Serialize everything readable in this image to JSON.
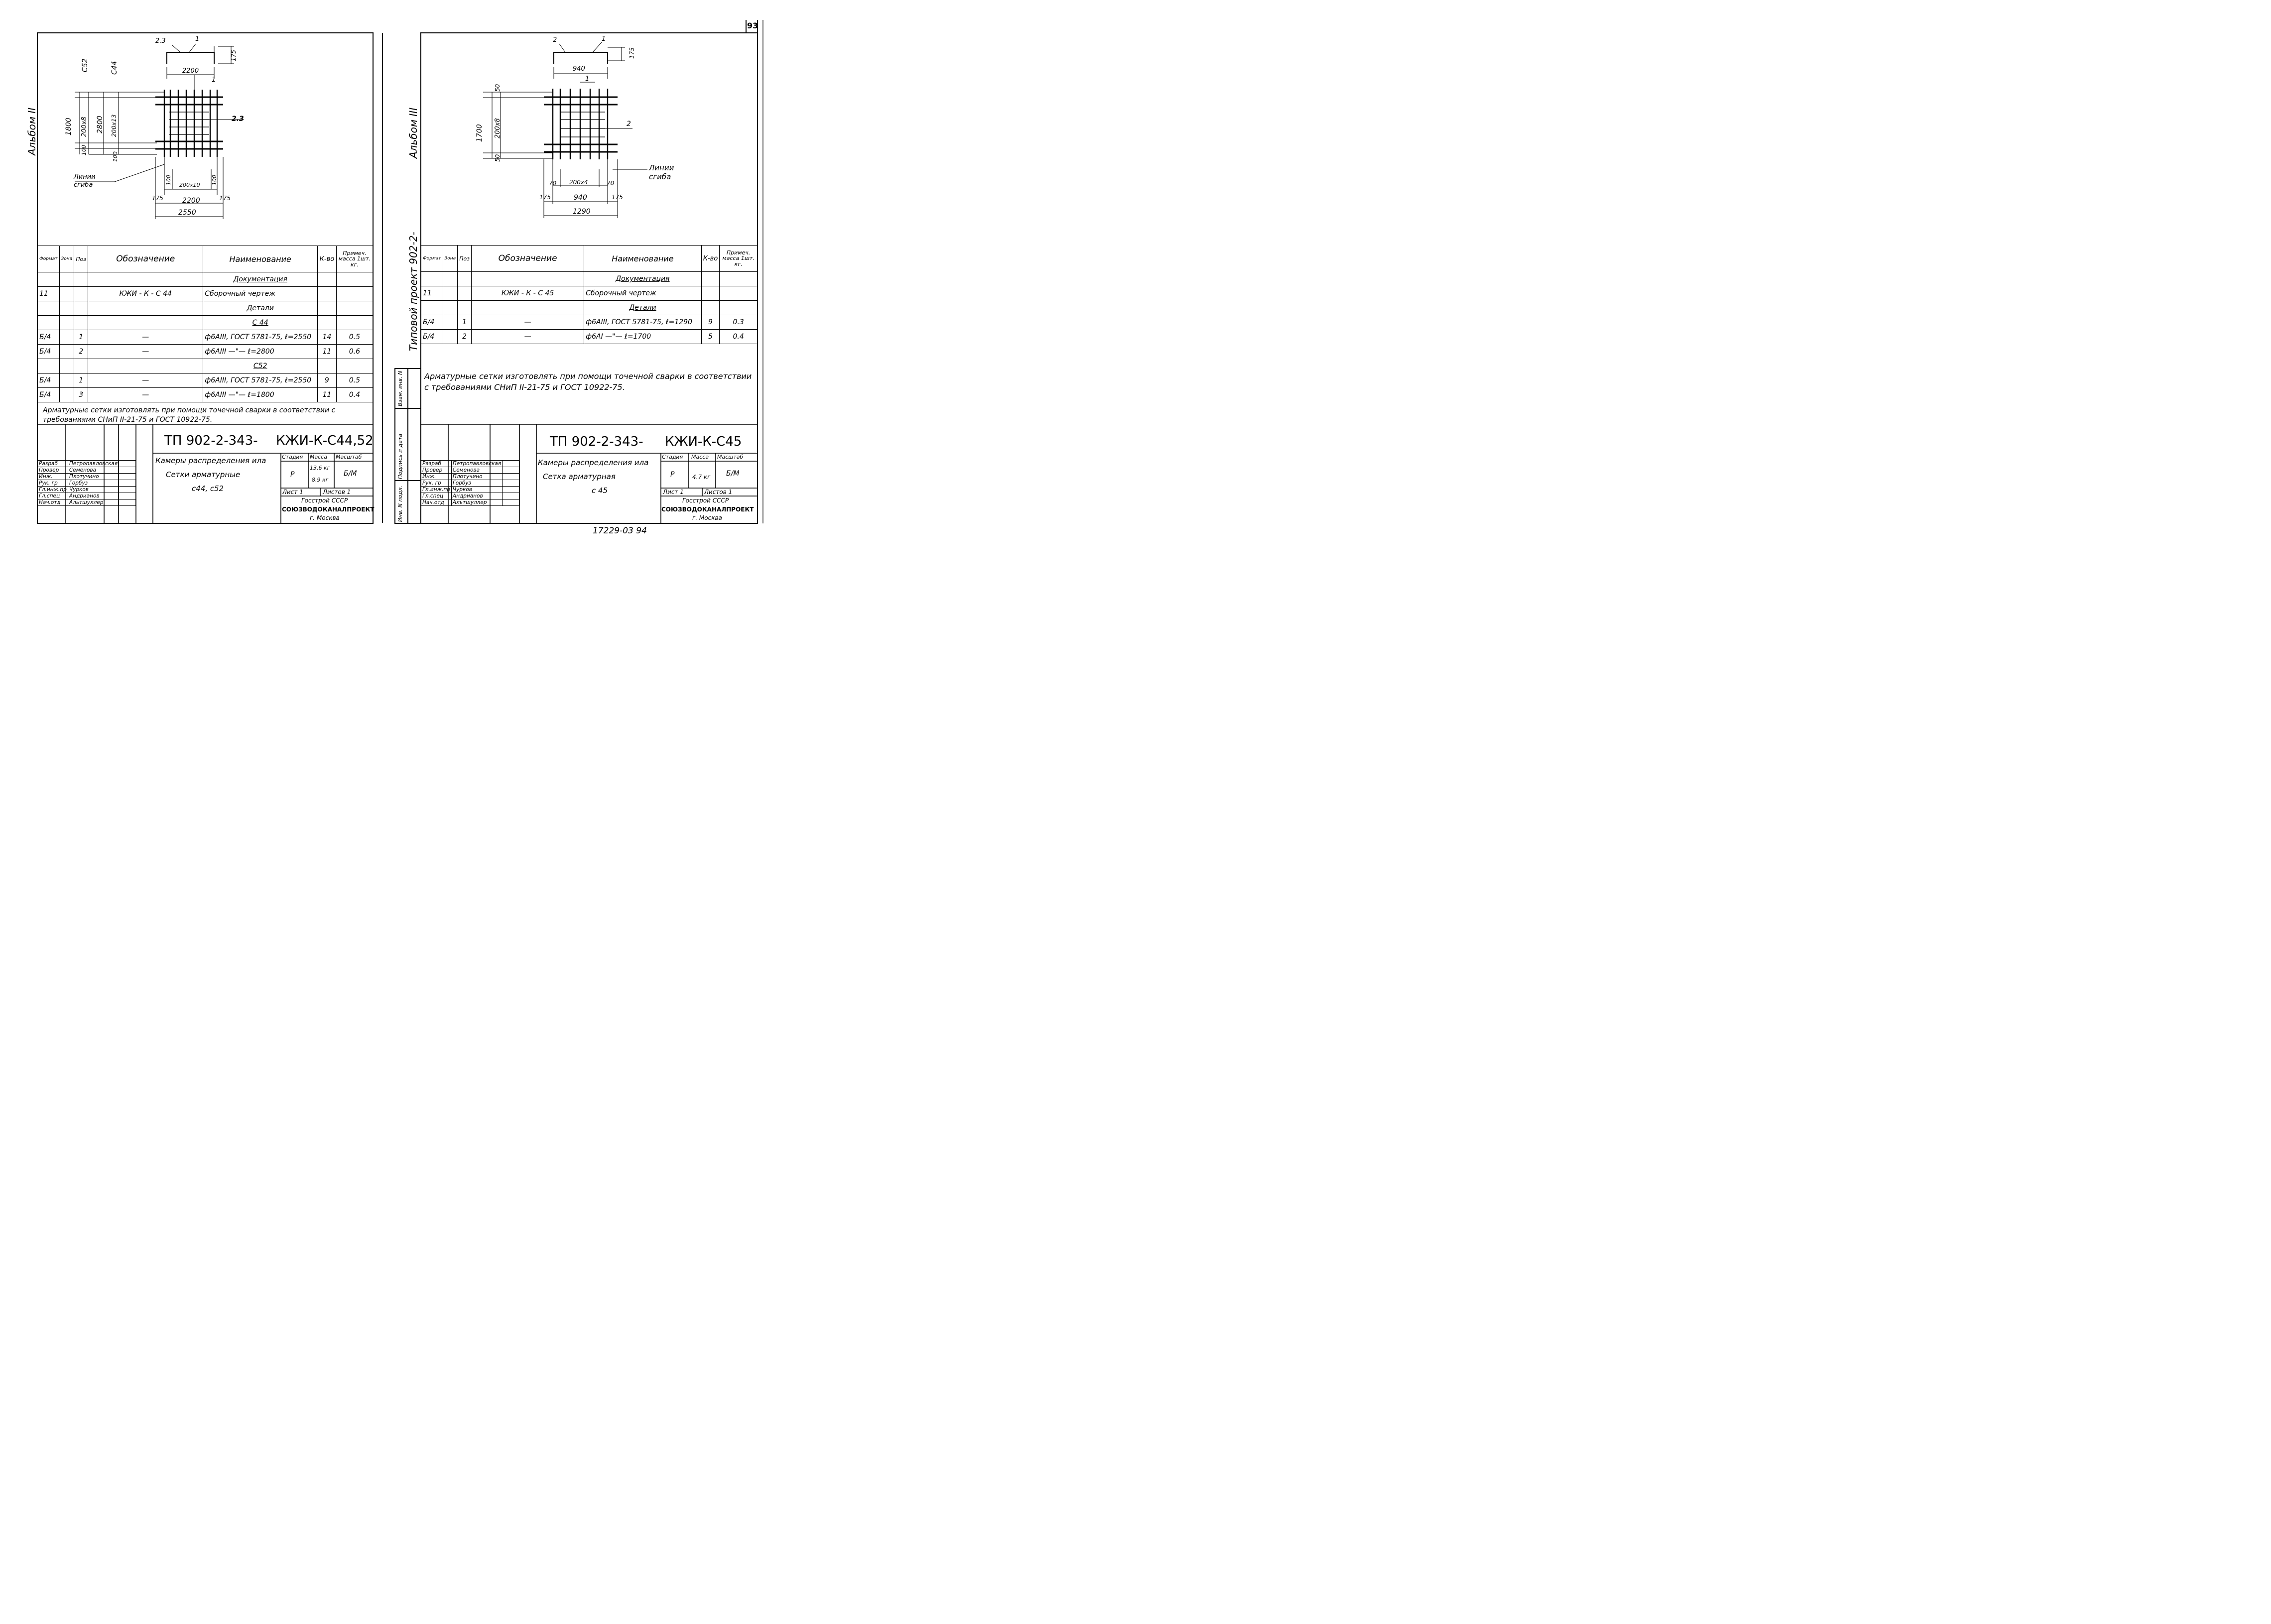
{
  "page_number": "93",
  "bottom_number": "17229-03 94",
  "left_sheet": {
    "album_label": "Альбом II",
    "drawing": {
      "top_dims": [
        "2.3",
        "1",
        "175",
        "2200"
      ],
      "left_vertical_dims": [
        "C52",
        "C44",
        "1800",
        "200x8",
        "2800",
        "200x13",
        "100",
        "100"
      ],
      "callouts": [
        "1",
        "2.3"
      ],
      "bend_line_label": "Линии сгиба",
      "bottom_dims": [
        "100",
        "200x10",
        "100",
        "175",
        "2200",
        "175",
        "2550"
      ]
    },
    "table": {
      "headers": {
        "format": "Формат",
        "zone": "Зона",
        "pos": "Поз",
        "designation": "Обозначение",
        "name": "Наименование",
        "qty": "К-во",
        "note": "Примеч. масса 1шт. кг."
      },
      "rows": [
        {
          "format": "",
          "pos": "",
          "designation": "",
          "name": "Документация",
          "qty": "",
          "note": "",
          "section": true
        },
        {
          "format": "11",
          "pos": "",
          "designation": "КЖИ - К - С 44",
          "name": "Сборочный чертеж",
          "qty": "",
          "note": ""
        },
        {
          "format": "",
          "pos": "",
          "designation": "",
          "name": "Детали",
          "qty": "",
          "note": "",
          "section": true
        },
        {
          "format": "",
          "pos": "",
          "designation": "",
          "name": "С 44",
          "qty": "",
          "note": "",
          "section": true
        },
        {
          "format": "Б/4",
          "pos": "1",
          "designation": "—",
          "name": "ф6АIII, ГОСТ 5781-75, ℓ=2550",
          "qty": "14",
          "note": "0.5"
        },
        {
          "format": "Б/4",
          "pos": "2",
          "designation": "—",
          "name": "ф6АIII —\"— ℓ=2800",
          "qty": "11",
          "note": "0.6"
        },
        {
          "format": "",
          "pos": "",
          "designation": "",
          "name": "С52",
          "qty": "",
          "note": "",
          "section": true
        },
        {
          "format": "Б/4",
          "pos": "1",
          "designation": "—",
          "name": "ф6АIII, ГОСТ 5781-75, ℓ=2550",
          "qty": "9",
          "note": "0.5"
        },
        {
          "format": "Б/4",
          "pos": "3",
          "designation": "—",
          "name": "ф6АIII —\"— ℓ=1800",
          "qty": "11",
          "note": "0.4"
        }
      ]
    },
    "note": "Арматурные сетки изготовлять при помощи точечной сварки в соответствии с требованиями СНиП II-21-75 и ГОСТ 10922-75.",
    "title_block": {
      "code": "ТП 902-2-343-",
      "mark": "КЖИ-К-С44,52",
      "title_lines": [
        "Камеры распределения ила",
        "Сетки арматурные",
        "с44, с52"
      ],
      "stage_label": "Стадия",
      "mass_label": "Масса",
      "scale_label": "Масштаб",
      "stage": "Р",
      "mass": [
        "13.6 кг",
        "8.9 кг"
      ],
      "scale": "Б/М",
      "sheet": "Лист 1",
      "sheets": "Листов 1",
      "org": [
        "Госстрой СССР",
        "СОЮЗВОДОКАНАЛПРОЕКТ",
        "г. Москва"
      ],
      "staff": [
        {
          "role": "Разраб",
          "name": "Петропавловская"
        },
        {
          "role": "Провер",
          "name": "Семенова"
        },
        {
          "role": "Инж.",
          "name": "Плотучино"
        },
        {
          "role": "Рук. гр",
          "name": "Горбуз"
        },
        {
          "role": "Гл.инж.пр",
          "name": "Чурков"
        },
        {
          "role": "Гл.спец",
          "name": "Андрианов"
        },
        {
          "role": "Нач.отд",
          "name": "Альтшуллер"
        }
      ]
    }
  },
  "right_sheet": {
    "side_labels": [
      "Альбом III",
      "Типовой проект 902-2-"
    ],
    "stamp_cols": [
      "Инв. N подл.",
      "Подпись и дата",
      "Взам. инв. N"
    ],
    "drawing": {
      "top_dims": [
        "2",
        "1",
        "175",
        "940"
      ],
      "left_vertical_dims": [
        "50",
        "1700",
        "200x8",
        "50"
      ],
      "callouts": [
        "1",
        "2"
      ],
      "bend_line_label": "Линии сгиба",
      "bottom_dims": [
        "70",
        "200x4",
        "70",
        "175",
        "940",
        "175",
        "1290"
      ]
    },
    "table": {
      "headers": {
        "format": "Формат",
        "zone": "Зона",
        "pos": "Поз",
        "designation": "Обозначение",
        "name": "Наименование",
        "qty": "К-во",
        "note": "Примеч. масса 1шт. кг."
      },
      "rows": [
        {
          "format": "",
          "pos": "",
          "designation": "",
          "name": "Документация",
          "qty": "",
          "note": "",
          "section": true
        },
        {
          "format": "11",
          "pos": "",
          "designation": "КЖИ - К - С 45",
          "name": "Сборочный чертеж",
          "qty": "",
          "note": ""
        },
        {
          "format": "",
          "pos": "",
          "designation": "",
          "name": "Детали",
          "qty": "",
          "note": "",
          "section": true
        },
        {
          "format": "Б/4",
          "pos": "1",
          "designation": "—",
          "name": "ф6АIII, ГОСТ 5781-75, ℓ=1290",
          "qty": "9",
          "note": "0.3"
        },
        {
          "format": "Б/4",
          "pos": "2",
          "designation": "—",
          "name": "ф6АI —\"— ℓ=1700",
          "qty": "5",
          "note": "0.4"
        }
      ]
    },
    "note": "Арматурные сетки изготовлять при помощи точечной сварки в соответствии с требованиями СНиП II-21-75 и ГОСТ 10922-75.",
    "title_block": {
      "code": "ТП 902-2-343-",
      "mark": "КЖИ-К-С45",
      "title_lines": [
        "Камеры распределения ила",
        "Сетка арматурная",
        "с 45"
      ],
      "stage_label": "Стадия",
      "mass_label": "Масса",
      "scale_label": "Масштаб",
      "stage": "Р",
      "mass": [
        "4.7 кг"
      ],
      "scale": "Б/М",
      "sheet": "Лист 1",
      "sheets": "Листов 1",
      "org": [
        "Госстрой СССР",
        "СОЮЗВОДОКАНАЛПРОЕКТ",
        "г. Москва"
      ],
      "staff": [
        {
          "role": "Разраб",
          "name": "Петропавловская"
        },
        {
          "role": "Провер",
          "name": "Семенова"
        },
        {
          "role": "Инж.",
          "name": "Плотучино"
        },
        {
          "role": "Рук. гр",
          "name": "Горбуз"
        },
        {
          "role": "Гл.инж.пр",
          "name": "Чурков"
        },
        {
          "role": "Гл.спец",
          "name": "Андрианов"
        },
        {
          "role": "Нач.отд",
          "name": "Альтшуллер"
        }
      ]
    }
  }
}
